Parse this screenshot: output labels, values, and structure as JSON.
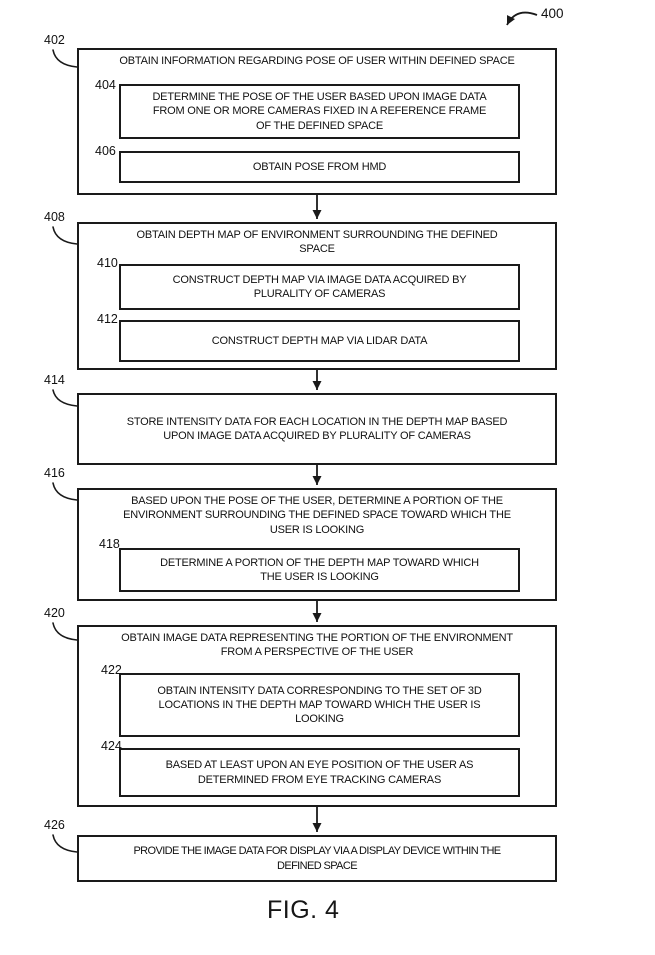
{
  "figure": {
    "reference_label": "400",
    "caption": "FIG. 4",
    "colors": {
      "line": "#1a1a1a",
      "background": "#ffffff"
    },
    "steps": [
      {
        "ref": "402",
        "text": "OBTAIN INFORMATION REGARDING POSE OF USER WITHIN DEFINED SPACE",
        "substeps": [
          {
            "ref": "404",
            "text": "DETERMINE THE POSE OF THE USER BASED UPON IMAGE DATA\nFROM ONE OR MORE CAMERAS FIXED IN A REFERENCE FRAME\nOF THE DEFINED SPACE"
          },
          {
            "ref": "406",
            "text": "OBTAIN POSE FROM HMD"
          }
        ]
      },
      {
        "ref": "408",
        "text": "OBTAIN DEPTH MAP OF ENVIRONMENT SURROUNDING THE DEFINED\nSPACE",
        "substeps": [
          {
            "ref": "410",
            "text": "CONSTRUCT DEPTH MAP VIA IMAGE DATA ACQUIRED BY\nPLURALITY OF CAMERAS"
          },
          {
            "ref": "412",
            "text": "CONSTRUCT DEPTH MAP VIA LIDAR DATA"
          }
        ]
      },
      {
        "ref": "414",
        "text": "STORE INTENSITY DATA FOR EACH LOCATION IN THE DEPTH MAP BASED\nUPON IMAGE DATA ACQUIRED BY PLURALITY OF CAMERAS",
        "substeps": []
      },
      {
        "ref": "416",
        "text": "BASED UPON THE POSE OF THE USER, DETERMINE A PORTION OF THE\nENVIRONMENT SURROUNDING THE DEFINED SPACE TOWARD WHICH THE\nUSER IS LOOKING",
        "substeps": [
          {
            "ref": "418",
            "text": "DETERMINE A PORTION OF THE DEPTH MAP TOWARD WHICH\nTHE USER IS LOOKING"
          }
        ]
      },
      {
        "ref": "420",
        "text": "OBTAIN IMAGE DATA REPRESENTING THE PORTION OF THE ENVIRONMENT\nFROM A PERSPECTIVE OF THE USER",
        "substeps": [
          {
            "ref": "422",
            "text": "OBTAIN INTENSITY DATA CORRESPONDING TO THE SET OF 3D\nLOCATIONS IN THE DEPTH MAP TOWARD WHICH THE USER IS\nLOOKING"
          },
          {
            "ref": "424",
            "text": "BASED AT LEAST UPON AN EYE POSITION OF THE USER AS\nDETERMINED FROM EYE TRACKING CAMERAS"
          }
        ]
      },
      {
        "ref": "426",
        "text": "PROVIDE THE IMAGE DATA FOR DISPLAY VIA A DISPLAY DEVICE WITHIN THE\nDEFINED SPACE",
        "substeps": []
      }
    ]
  }
}
